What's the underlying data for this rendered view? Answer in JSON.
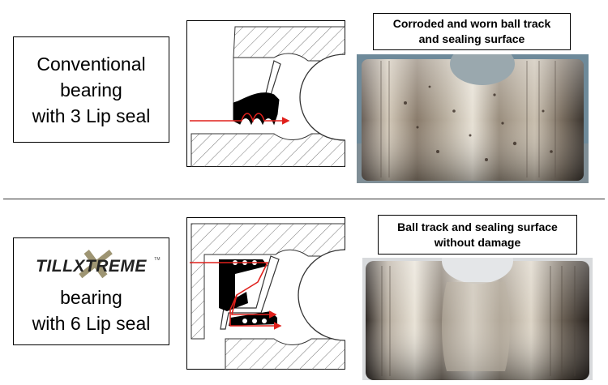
{
  "top": {
    "label_lines": [
      "Conventional",
      "bearing",
      "with 3 Lip seal"
    ],
    "caption": "Corroded and worn ball track\nand sealing surface"
  },
  "bottom": {
    "logo_text": "TILLXTREME",
    "logo_tm": "TM",
    "label_lines": [
      "bearing",
      "with 6 Lip seal"
    ],
    "caption": "Ball track and sealing surface\nwithout damage"
  },
  "colors": {
    "arrow_red": "#e0201c",
    "seal_black": "#000000",
    "logo_x": "#9e9573"
  },
  "icons": {
    "flow_arrow": "red-flow-arrow-icon"
  }
}
